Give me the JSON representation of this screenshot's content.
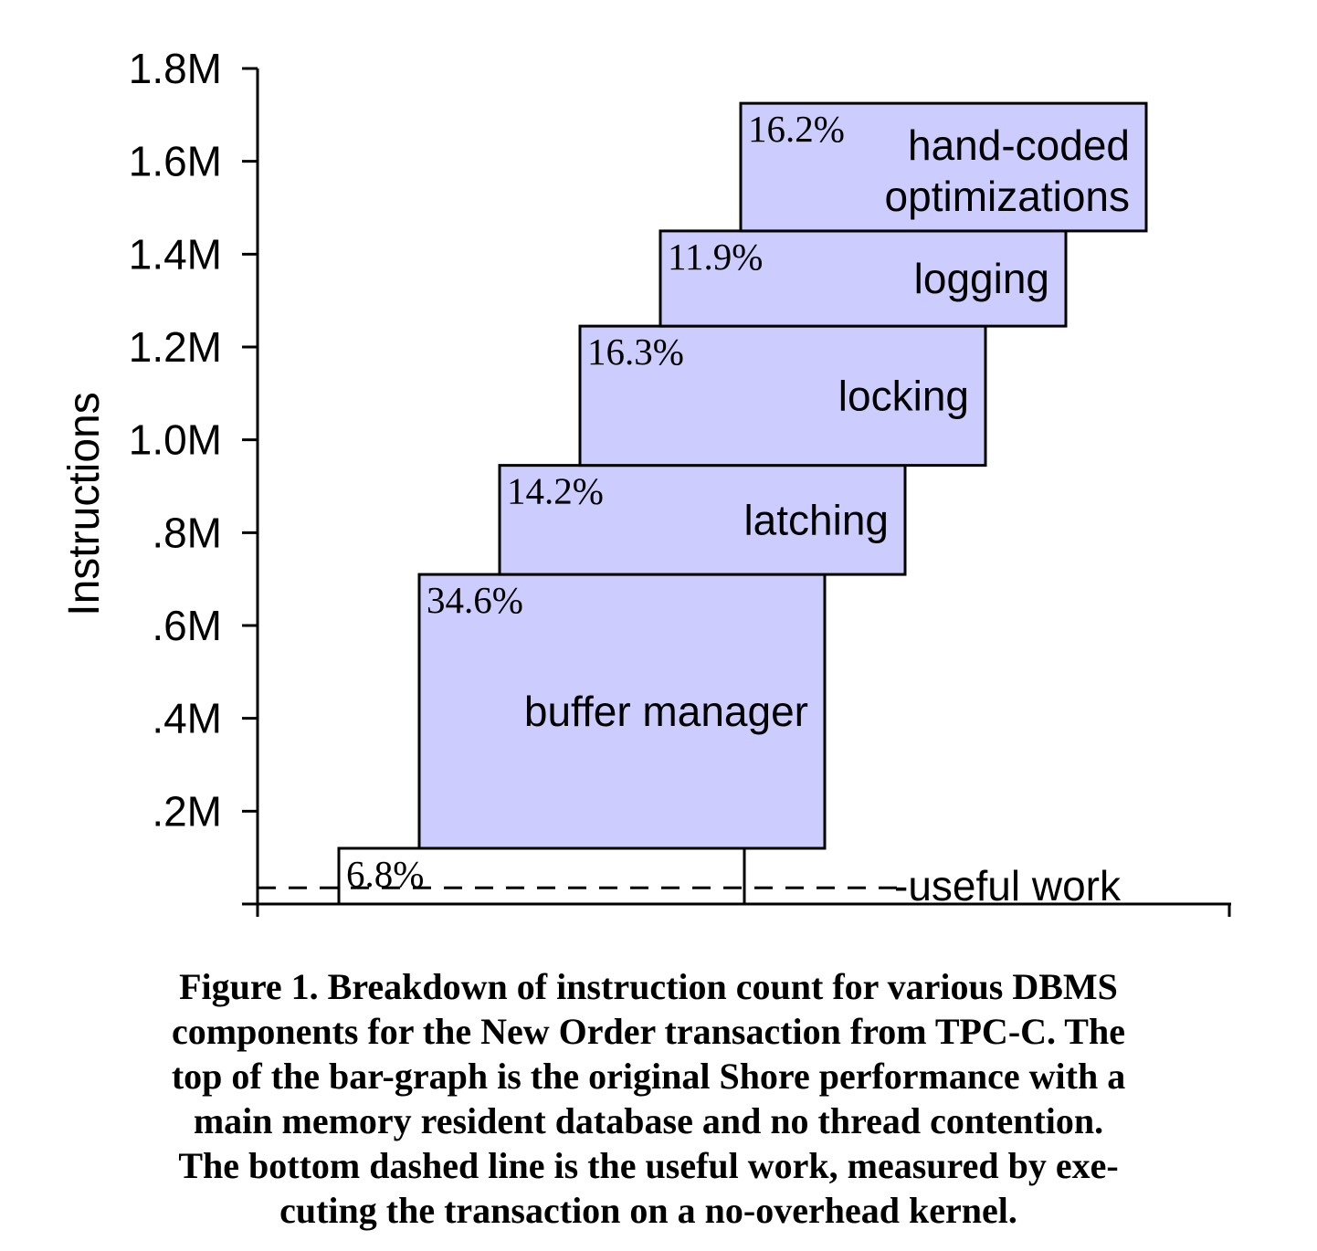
{
  "chart_data": {
    "type": "bar",
    "ylabel": "Instructions",
    "ylim": [
      0,
      1.8
    ],
    "y_unit": "M",
    "y_ticks": [
      "1.8M",
      "1.6M",
      "1.4M",
      "1.2M",
      "1.0M",
      ".8M",
      ".6M",
      ".4M",
      ".2M"
    ],
    "grid": false,
    "segments": [
      {
        "name": "",
        "percent": "6.8%",
        "y_start": 0.0,
        "y_end": 0.12
      },
      {
        "name": "buffer manager",
        "percent": "34.6%",
        "y_start": 0.12,
        "y_end": 0.71
      },
      {
        "name": "latching",
        "percent": "14.2%",
        "y_start": 0.71,
        "y_end": 0.945
      },
      {
        "name": "locking",
        "percent": "16.3%",
        "y_start": 0.945,
        "y_end": 1.245
      },
      {
        "name": "logging",
        "percent": "11.9%",
        "y_start": 1.245,
        "y_end": 1.45
      },
      {
        "name": "hand-coded optimizations",
        "percent": "16.2%",
        "y_start": 1.45,
        "y_end": 1.725
      }
    ],
    "reference_line": {
      "label": "-useful work",
      "value": 0.035,
      "style": "dashed"
    },
    "colors": {
      "fill": "#ccccff",
      "first_fill": "#ffffff",
      "stroke": "#000000"
    }
  },
  "caption": [
    "Figure 1.  Breakdown of instruction count for various DBMS",
    "components for the New Order transaction from TPC-C. The",
    "top of the bar-graph is the original Shore performance with a",
    "main memory resident database and no thread contention.",
    "The bottom dashed line is the useful work, measured by exe-",
    "cuting the transaction on a no-overhead kernel."
  ]
}
